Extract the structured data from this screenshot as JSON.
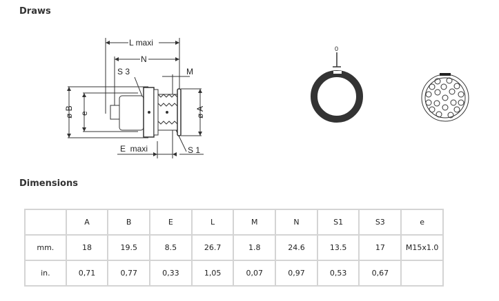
{
  "sections": {
    "draws": "Draws",
    "dimensions": "Dimensions"
  },
  "drawing_labels": {
    "l_maxi": "L maxi",
    "n": "N",
    "s3": "S 3",
    "m": "M",
    "ob": "ø B",
    "e": "e",
    "oa": "ø A",
    "e_maxi": "E  maxi",
    "s1": "S 1",
    "zero": "0"
  },
  "table": {
    "headers": [
      "",
      "A",
      "B",
      "E",
      "L",
      "M",
      "N",
      "S1",
      "S3",
      "e"
    ],
    "rows": [
      [
        "mm.",
        "18",
        "19.5",
        "8.5",
        "26.7",
        "1.8",
        "24.6",
        "13.5",
        "17",
        "M15x1.0"
      ],
      [
        "in.",
        "0,71",
        "0,77",
        "0,33",
        "1,05",
        "0,07",
        "0,97",
        "0,53",
        "0,67",
        ""
      ]
    ]
  }
}
